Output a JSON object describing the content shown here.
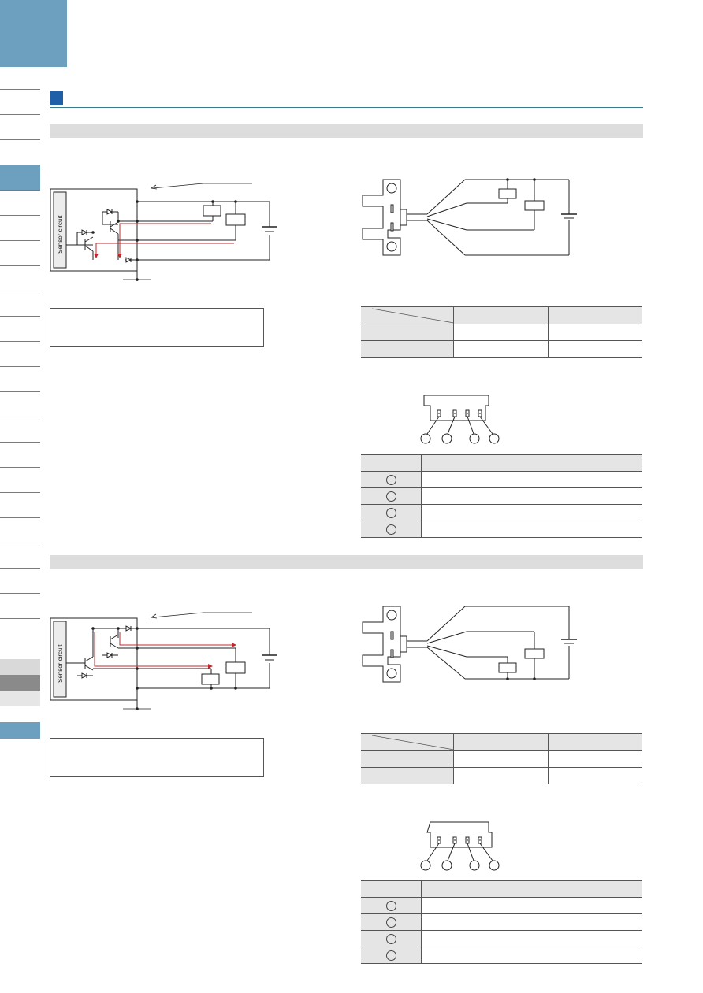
{
  "circuit_label": "Sensor circuit",
  "colors": {
    "accent": "#6d9fbe",
    "section_marker": "#1f5fa8",
    "current_path": "#c0282d",
    "band": "#dddddd"
  },
  "sections": [
    {
      "id": "upper"
    },
    {
      "id": "lower"
    }
  ]
}
